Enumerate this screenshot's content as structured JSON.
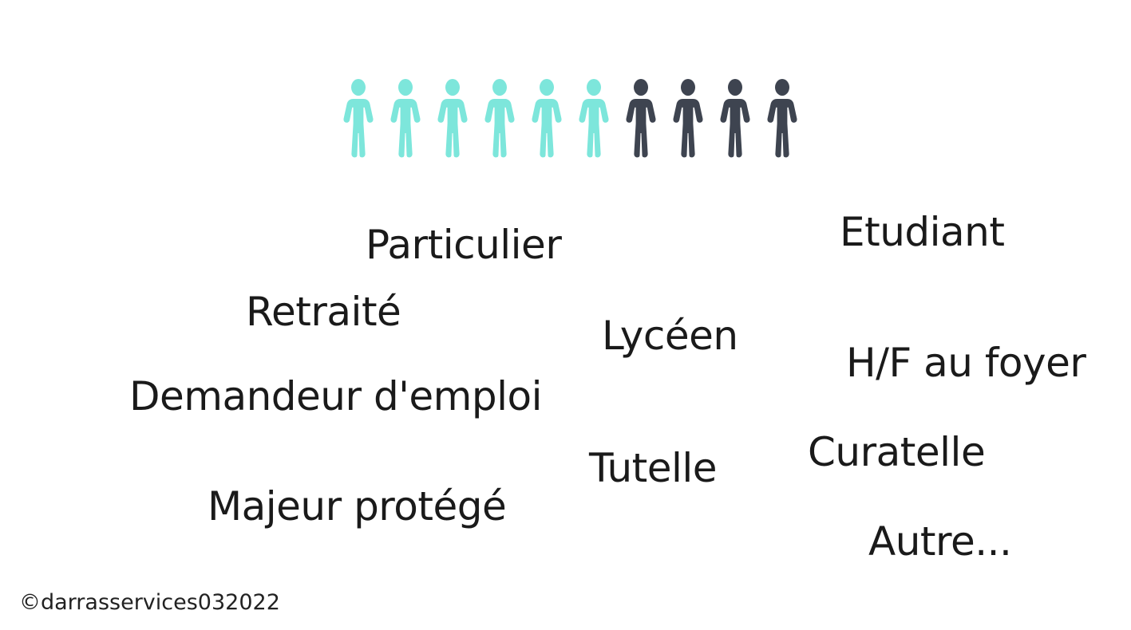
{
  "slide": {
    "background_hex": "#ffffff",
    "watermark": "©darrasservices032022"
  },
  "pictograph": {
    "type": "pictogram-row",
    "total_icons": 10,
    "teal_count": 6,
    "dark_count": 4,
    "teal_hex": "#7DE6DB",
    "dark_hex": "#3E4450",
    "icon_name": "person-icon"
  },
  "labels": [
    {
      "id": "particulier",
      "text": "Particulier"
    },
    {
      "id": "etudiant",
      "text": "Etudiant"
    },
    {
      "id": "retraite",
      "text": "Retraité"
    },
    {
      "id": "lyceen",
      "text": "Lycéen"
    },
    {
      "id": "hf-au-foyer",
      "text": "H/F au foyer"
    },
    {
      "id": "demandeur-emploi",
      "text": "Demandeur d'emploi"
    },
    {
      "id": "curatelle",
      "text": "Curatelle"
    },
    {
      "id": "tutelle",
      "text": "Tutelle"
    },
    {
      "id": "majeur-protege",
      "text": "Majeur protégé"
    },
    {
      "id": "autre",
      "text": "Autre..."
    }
  ],
  "text_hex": "#1a1a1a"
}
